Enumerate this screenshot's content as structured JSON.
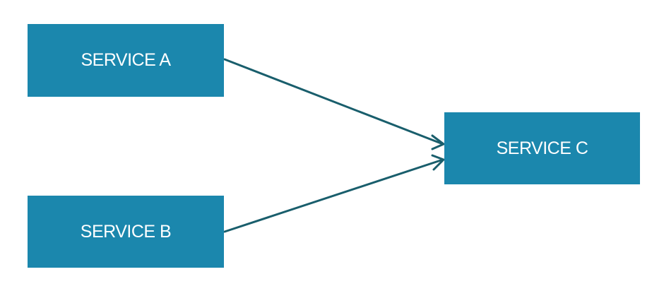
{
  "diagram": {
    "nodes": [
      {
        "id": "a",
        "label": "SERVICE A"
      },
      {
        "id": "b",
        "label": "SERVICE B"
      },
      {
        "id": "c",
        "label": "SERVICE C"
      }
    ],
    "edges": [
      {
        "from": "a",
        "to": "c"
      },
      {
        "from": "b",
        "to": "c"
      }
    ],
    "colors": {
      "node_fill": "#1b87ad",
      "node_text": "#ffffff",
      "edge": "#195e6c"
    }
  }
}
